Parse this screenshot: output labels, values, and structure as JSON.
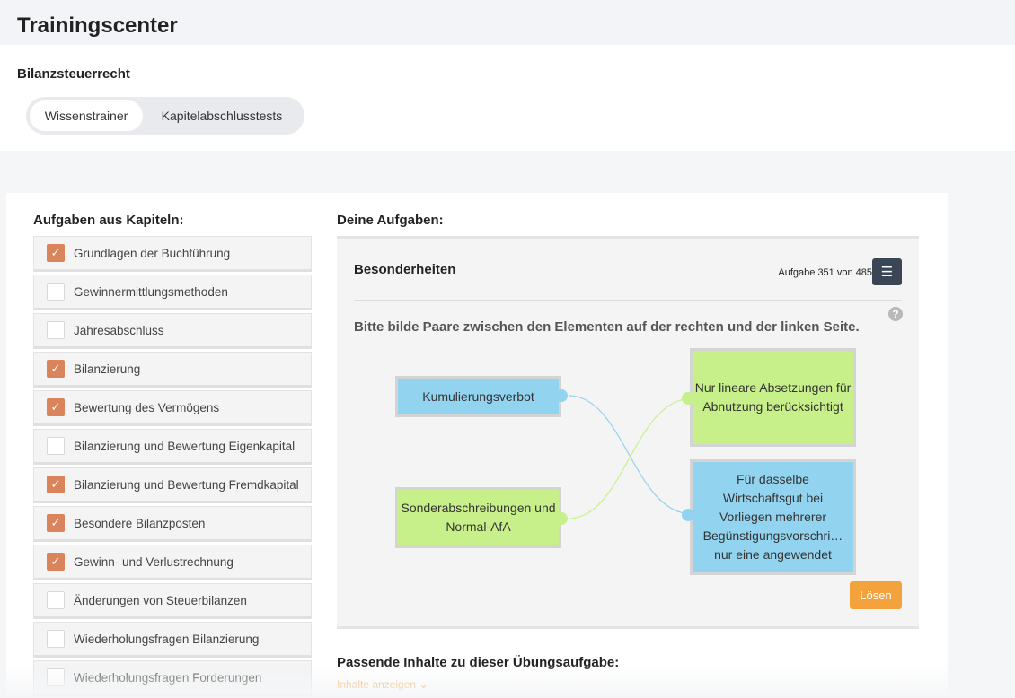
{
  "app": {
    "title": "Trainingscenter"
  },
  "section": {
    "title": "Bilanzsteuerrecht",
    "tabs": [
      {
        "label": "Wissenstrainer",
        "active": true
      },
      {
        "label": "Kapitelabschlusstests",
        "active": false
      }
    ]
  },
  "chapters": {
    "title": "Aufgaben aus Kapiteln:",
    "items": [
      {
        "label": "Grundlagen der Buchführung",
        "checked": true
      },
      {
        "label": "Gewinnermittlungsmethoden",
        "checked": false
      },
      {
        "label": "Jahresabschluss",
        "checked": false
      },
      {
        "label": "Bilanzierung",
        "checked": true
      },
      {
        "label": "Bewertung des Vermögens",
        "checked": true
      },
      {
        "label": "Bilanzierung und Bewertung Eigenkapital",
        "checked": false
      },
      {
        "label": "Bilanzierung und Bewertung Fremdkapital",
        "checked": true
      },
      {
        "label": "Besondere Bilanzposten",
        "checked": true
      },
      {
        "label": "Gewinn- und Verlustrechnung",
        "checked": true
      },
      {
        "label": "Änderungen von Steuerbilanzen",
        "checked": false
      },
      {
        "label": "Wiederholungsfragen Bilanzierung",
        "checked": false
      },
      {
        "label": "Wiederholungsfragen Forderungen",
        "checked": false
      }
    ]
  },
  "task": {
    "section_title": "Deine Aufgaben:",
    "title": "Besonderheiten",
    "counter": "Aufgabe 351 von 485",
    "instruction": "Bitte bilde Paare zwischen den Elementen auf der rechten und der linken Seite.",
    "left_items": [
      "Kumulierungsverbot",
      "Sonderabschreibungen und Normal-AfA"
    ],
    "right_items": [
      "Nur lineare Absetzungen für Abnutzung berücksichtigt",
      "Für dasselbe Wirtschaftsgut bei Vorliegen mehrerer Begünstigungsvorschri… nur eine angewendet"
    ],
    "solve_label": "Lösen",
    "colors": {
      "blue": "#92d3f0",
      "green": "#c8f08a",
      "accent": "#f3a23c",
      "checkbox": "#d9845a"
    }
  },
  "related": {
    "title": "Passende Inhalte zu dieser Übungsaufgabe:",
    "link": "Inhalte anzeigen"
  }
}
